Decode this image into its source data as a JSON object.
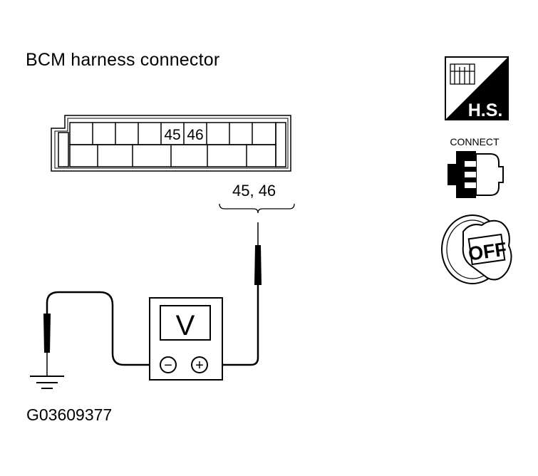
{
  "title": "BCM harness connector",
  "figure_code": "G03609377",
  "connector": {
    "pin_a": "45",
    "pin_b": "46",
    "probe_label": "45, 46"
  },
  "meter": {
    "display": "V",
    "minus": "−",
    "plus": "+"
  },
  "icons": {
    "hs": "H.S.",
    "connect": "CONNECT",
    "off": "OFF"
  }
}
